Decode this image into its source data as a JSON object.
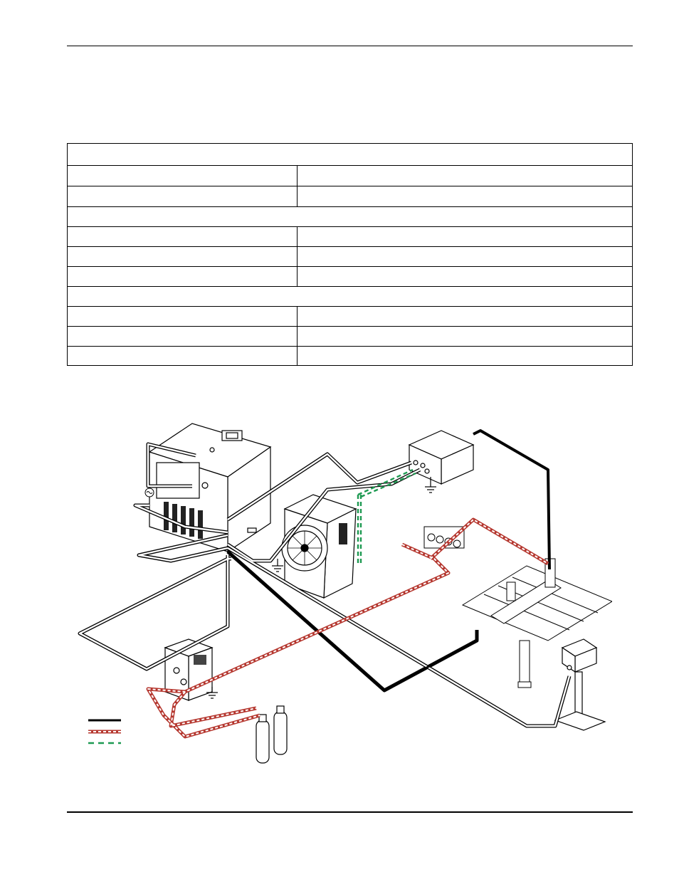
{
  "table": {
    "rows": [
      {
        "type": "header",
        "cells": [
          ""
        ]
      },
      {
        "type": "pair",
        "cells": [
          "",
          ""
        ]
      },
      {
        "type": "pair",
        "cells": [
          "",
          ""
        ]
      },
      {
        "type": "header",
        "cells": [
          ""
        ]
      },
      {
        "type": "pair",
        "cells": [
          "",
          ""
        ]
      },
      {
        "type": "pair",
        "cells": [
          "",
          ""
        ]
      },
      {
        "type": "pair",
        "cells": [
          "",
          ""
        ]
      },
      {
        "type": "header",
        "cells": [
          ""
        ]
      },
      {
        "type": "pair",
        "cells": [
          "",
          ""
        ]
      },
      {
        "type": "pair",
        "cells": [
          "",
          ""
        ]
      },
      {
        "type": "pair",
        "cells": [
          "",
          ""
        ]
      }
    ]
  },
  "diagram": {
    "legend": [
      {
        "kind": "power-lead",
        "label": ""
      },
      {
        "kind": "gas-line",
        "label": ""
      },
      {
        "kind": "control-cable",
        "label": ""
      }
    ],
    "colors": {
      "power": "#000000",
      "gas": "#b5372f",
      "control": "#1e9a52"
    }
  }
}
